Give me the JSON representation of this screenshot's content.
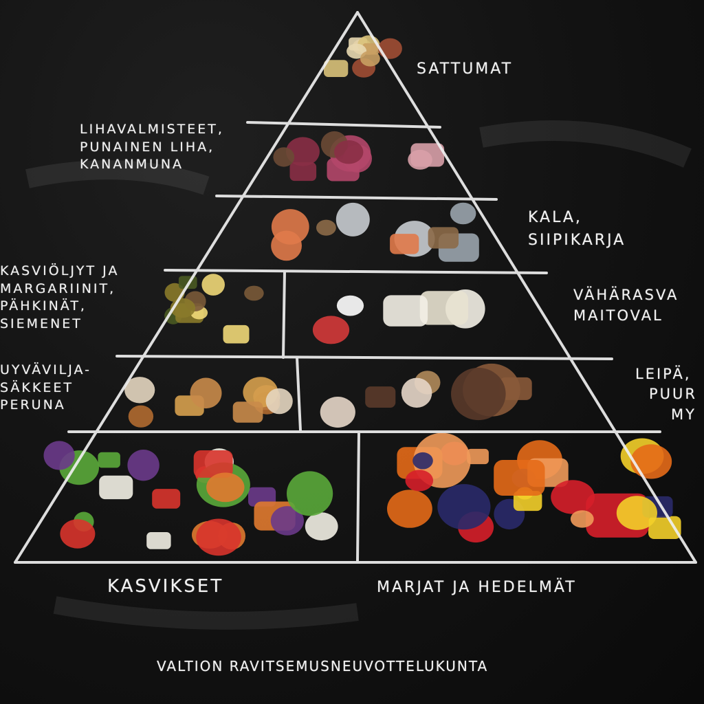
{
  "colors": {
    "board": "#141414",
    "chalk": "#f2f2f2"
  },
  "labels": {
    "top": {
      "lines": [
        "SATTUMAT"
      ]
    },
    "meat": {
      "lines": [
        "LIHAVALMISTEET,",
        "PUNAINEN LIHA,",
        "KANANMUNA"
      ]
    },
    "fish": {
      "lines": [
        "KALA,",
        "SIIPIKARJA"
      ]
    },
    "oils": {
      "lines": [
        "KASVIÖLJYT JA",
        "MARGARIINIT,",
        "PÄHKINÄT,",
        "SIEMENET"
      ]
    },
    "dairy": {
      "lines": [
        "VÄHÄRASVA",
        "MAITOVAL"
      ]
    },
    "grains": {
      "lines": [
        "UYVÄVILJA-",
        "SÄKKEET",
        "PERUNA"
      ]
    },
    "bread": {
      "lines": [
        "LEIPÄ,",
        "PUUR",
        "MY"
      ]
    },
    "vegetables": {
      "lines": [
        "KASVIKSET"
      ]
    },
    "fruits": {
      "lines": [
        "MARJAT JA HEDELMÄT"
      ]
    },
    "footer": {
      "lines": [
        "VALTION RAVITSEMUSNEUVOTTELUKUNTA"
      ]
    }
  },
  "food_groups": [
    {
      "tier": 1,
      "name": "sweets-treats",
      "colors": [
        "#c9a063",
        "#e8d8b0",
        "#a04e34",
        "#d9c27a"
      ]
    },
    {
      "tier": 2,
      "name": "meat-eggs",
      "colors": [
        "#b4476a",
        "#8a2f46",
        "#6b4a35",
        "#d8a0a8"
      ]
    },
    {
      "tier": 3,
      "name": "fish-poultry",
      "colors": [
        "#e07a4a",
        "#9aa4ad",
        "#c8ccd0",
        "#8c6a48"
      ]
    },
    {
      "tier": 4,
      "name": "oils-nuts",
      "colors": [
        "#8a7a2a",
        "#f0d878",
        "#7a5a38",
        "#4a5a22"
      ]
    },
    {
      "tier": 4,
      "name": "dairy",
      "colors": [
        "#f3f0e6",
        "#e8e2d0",
        "#d43a3a",
        "#ffffff"
      ]
    },
    {
      "tier": 5,
      "name": "grains-potato",
      "colors": [
        "#c98b4a",
        "#e4d6c0",
        "#b06a30",
        "#d6a04e"
      ]
    },
    {
      "tier": 5,
      "name": "bread-porridge",
      "colors": [
        "#8a5a3a",
        "#5a3a2a",
        "#e6d6c8",
        "#b08a5a"
      ]
    },
    {
      "tier": 6,
      "name": "vegetables",
      "colors": [
        "#5aa83a",
        "#d8342c",
        "#6a3a8a",
        "#e07a30",
        "#f2efe4"
      ]
    },
    {
      "tier": 6,
      "name": "berries-fruits",
      "colors": [
        "#d61f2a",
        "#f3cf2a",
        "#e46a18",
        "#2a2a6a",
        "#f09a5a"
      ]
    }
  ]
}
